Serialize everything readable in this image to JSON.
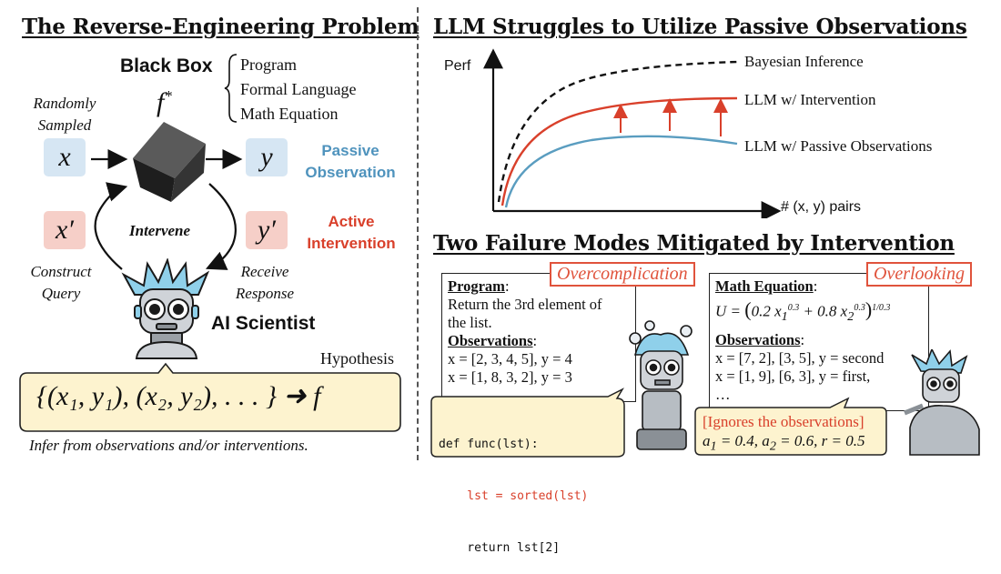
{
  "left": {
    "title": "The Reverse-Engineering Problem",
    "black_box_label": "Black Box",
    "f_star": "f*",
    "box_types": [
      "Program",
      "Formal Language",
      "Math Equation"
    ],
    "randomly_sampled": [
      "Randomly",
      "Sampled"
    ],
    "x": "x",
    "y": "y",
    "x_prime": "x′",
    "y_prime": "y′",
    "passive": [
      "Passive",
      "Observation"
    ],
    "active": [
      "Active",
      "Intervention"
    ],
    "intervene": "Intervene",
    "construct_query": [
      "Construct",
      "Query"
    ],
    "receive_response": [
      "Receive",
      "Response"
    ],
    "ai_scientist": "AI Scientist",
    "hypothesis_label": "Hypothesis",
    "hypothesis_formula": "{(x₁, y₁), (x₂, y₂), . . . } ➜ f",
    "caption": "Infer from observations and/or interventions."
  },
  "right_top": {
    "title": "LLM Struggles to Utilize Passive Observations",
    "ylabel": "Perf",
    "xlabel": "# (x, y) pairs",
    "series": [
      {
        "name": "Bayesian Inference",
        "color": "#111111",
        "style": "dashed"
      },
      {
        "name": "LLM w/ Intervention",
        "color": "#d9402b",
        "style": "solid"
      },
      {
        "name": "LLM w/ Passive Observations",
        "color": "#5a9dc0",
        "style": "solid"
      }
    ]
  },
  "right_bottom": {
    "title": "Two Failure Modes Mitigated by Intervention",
    "card1": {
      "tag": "Overcomplication",
      "heading": "Program",
      "desc_lines": [
        "Return the 3rd element of",
        "the list."
      ],
      "obs_heading": "Observations",
      "obs_lines": [
        "x = [2, 3, 4, 5], y = 4",
        "x = [1, 8, 3, 2], y = 3"
      ],
      "code_lines": [
        "def func(lst):",
        "    lst = sorted(lst)",
        "    return lst[2]"
      ]
    },
    "card2": {
      "tag": "Overlooking",
      "heading": "Math Equation",
      "equation": "U = (0.2 x₁^0.3 + 0.8 x₂^0.3)^(1/0.3)",
      "obs_heading": "Observations",
      "obs_lines": [
        "x = [7, 2], [3, 5], y = second",
        "x = [1, 9], [6, 3], y = first,",
        "…"
      ],
      "ignore_text": "[Ignores the observations]",
      "params": "a₁ = 0.4, a₂ = 0.6, r = 0.5"
    }
  },
  "colors": {
    "accent_red": "#e0533c",
    "accent_blue": "#4f93bd",
    "box_blue": "#d6e6f3",
    "box_red": "#f6cfc8",
    "hyp_bg": "#fdf3cf"
  }
}
